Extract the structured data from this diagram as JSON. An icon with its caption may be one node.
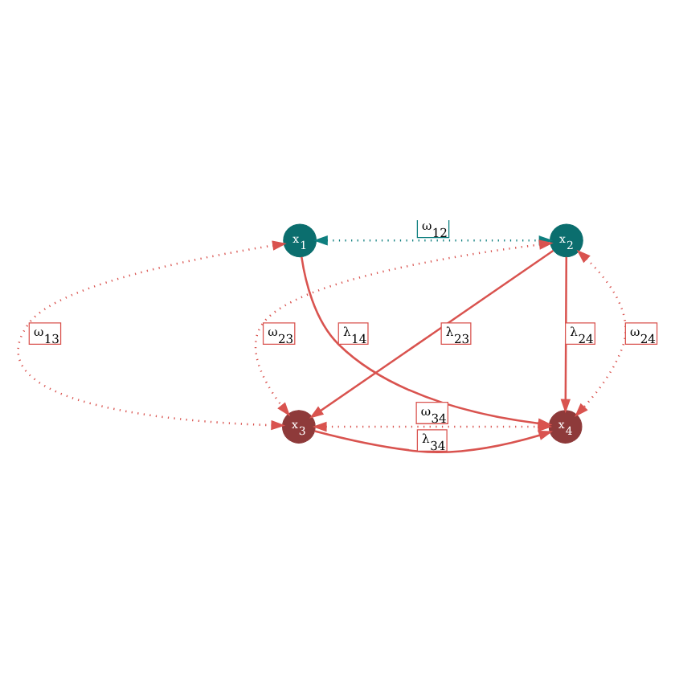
{
  "diagram": {
    "nodes": [
      {
        "text": [
          "x$_{1}$"
        ]
      },
      {
        "text": [
          "x$_{2}$"
        ]
      },
      {
        "text": [
          "x$_{3}$"
        ]
      },
      {
        "text": [
          "x$_{4}$"
        ]
      }
    ],
    "edges": [
      {
        "from": 0,
        "to": 1,
        "arrow": "both",
        "label": "ω$_{12}$",
        "style": "dashed",
        "color": "#0e7f7f"
      },
      {
        "from": 0,
        "to": 3,
        "arrow": "to",
        "label": "λ$_{14}$"
      },
      {
        "from": 1,
        "to": 2,
        "arrow": "to",
        "label": "λ$_{23}$"
      },
      {
        "from": 1,
        "to": 3,
        "arrow": "to",
        "label": "λ$_{24}$"
      },
      {
        "from": 0,
        "to": 2,
        "arrow": "both",
        "label": "ω$_{13}$",
        "style": "dashed"
      },
      {
        "from": 1,
        "to": 2,
        "arrow": "both",
        "label": "ω$_{23}$",
        "style": "dashed"
      },
      {
        "from": 1,
        "to": 3,
        "arrow": "both",
        "label": "ω$_{24}$",
        "style": "dashed"
      },
      {
        "from": 2,
        "to": 3,
        "arrow": "to",
        "label": "λ$_{34}$"
      },
      {
        "from": 2,
        "to": 3,
        "arrow": "both",
        "label": "ω$_{34}$",
        "style": "dashed"
      }
    ]
  }
}
